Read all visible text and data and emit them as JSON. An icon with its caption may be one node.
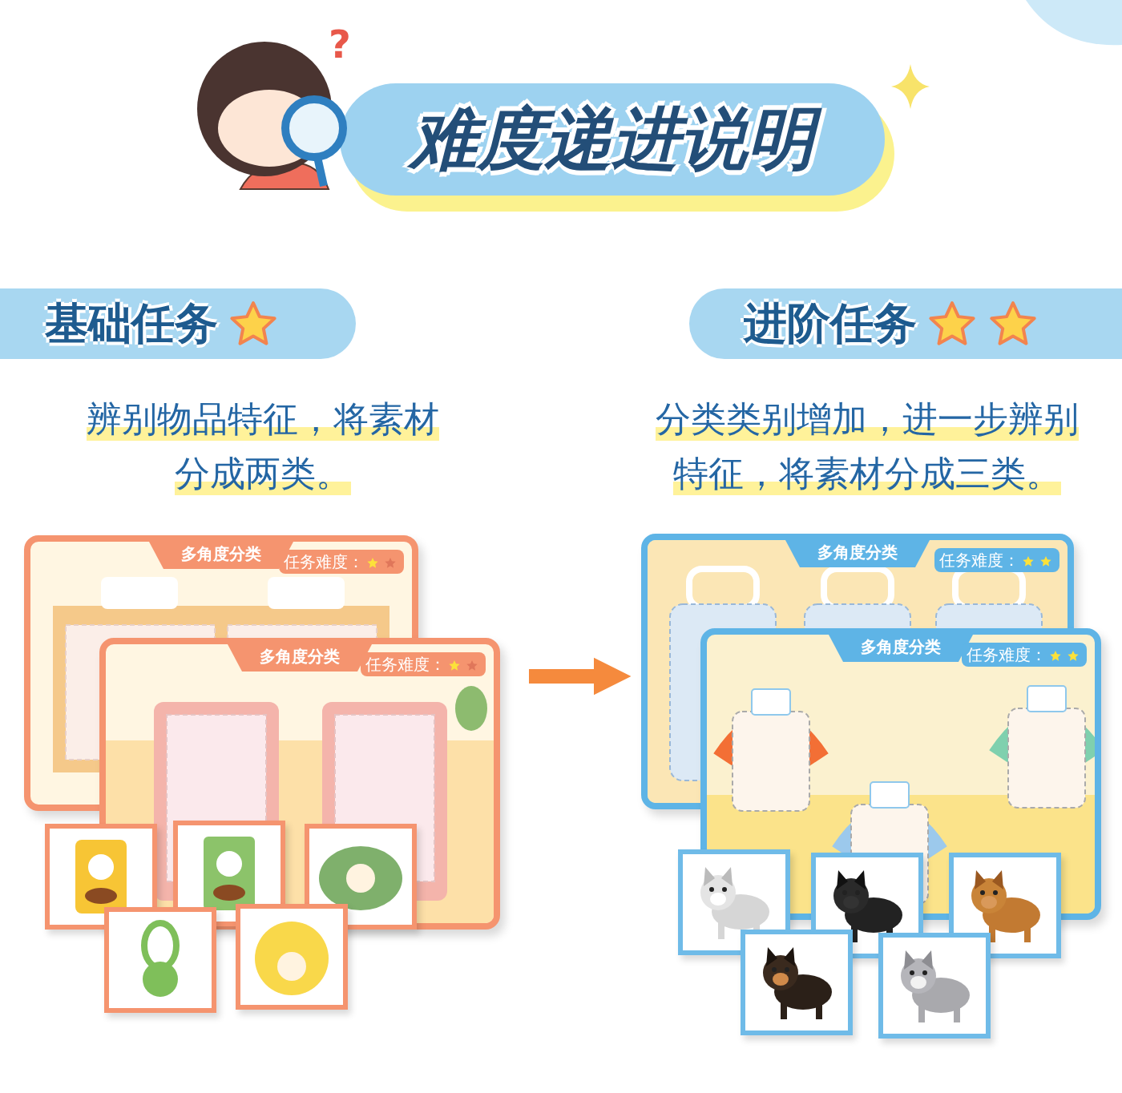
{
  "diagram": {
    "title": "难度递进说明",
    "nodes": [
      {
        "text": [
          "基础任务"
        ],
        "beside": [
          "辨别物品特征，将素材分成两类。"
        ]
      },
      {
        "text": [
          "进阶任务"
        ],
        "beside": [
          "分类类别增加，进一步辨别特征，将素材分成三类。"
        ]
      },
      {
        "text": [],
        "shape": "picture"
      },
      {
        "text": [],
        "shape": "picture"
      }
    ],
    "edges": [
      {
        "from": 2,
        "to": 3,
        "arrow": "to"
      }
    ],
    "labels": [
      "?",
      "多角度分类",
      "任务难度：",
      "多角度分类",
      "任务难度：",
      "多角度分类",
      "任务难度：",
      "多角度分类",
      "任务难度："
    ]
  }
}
